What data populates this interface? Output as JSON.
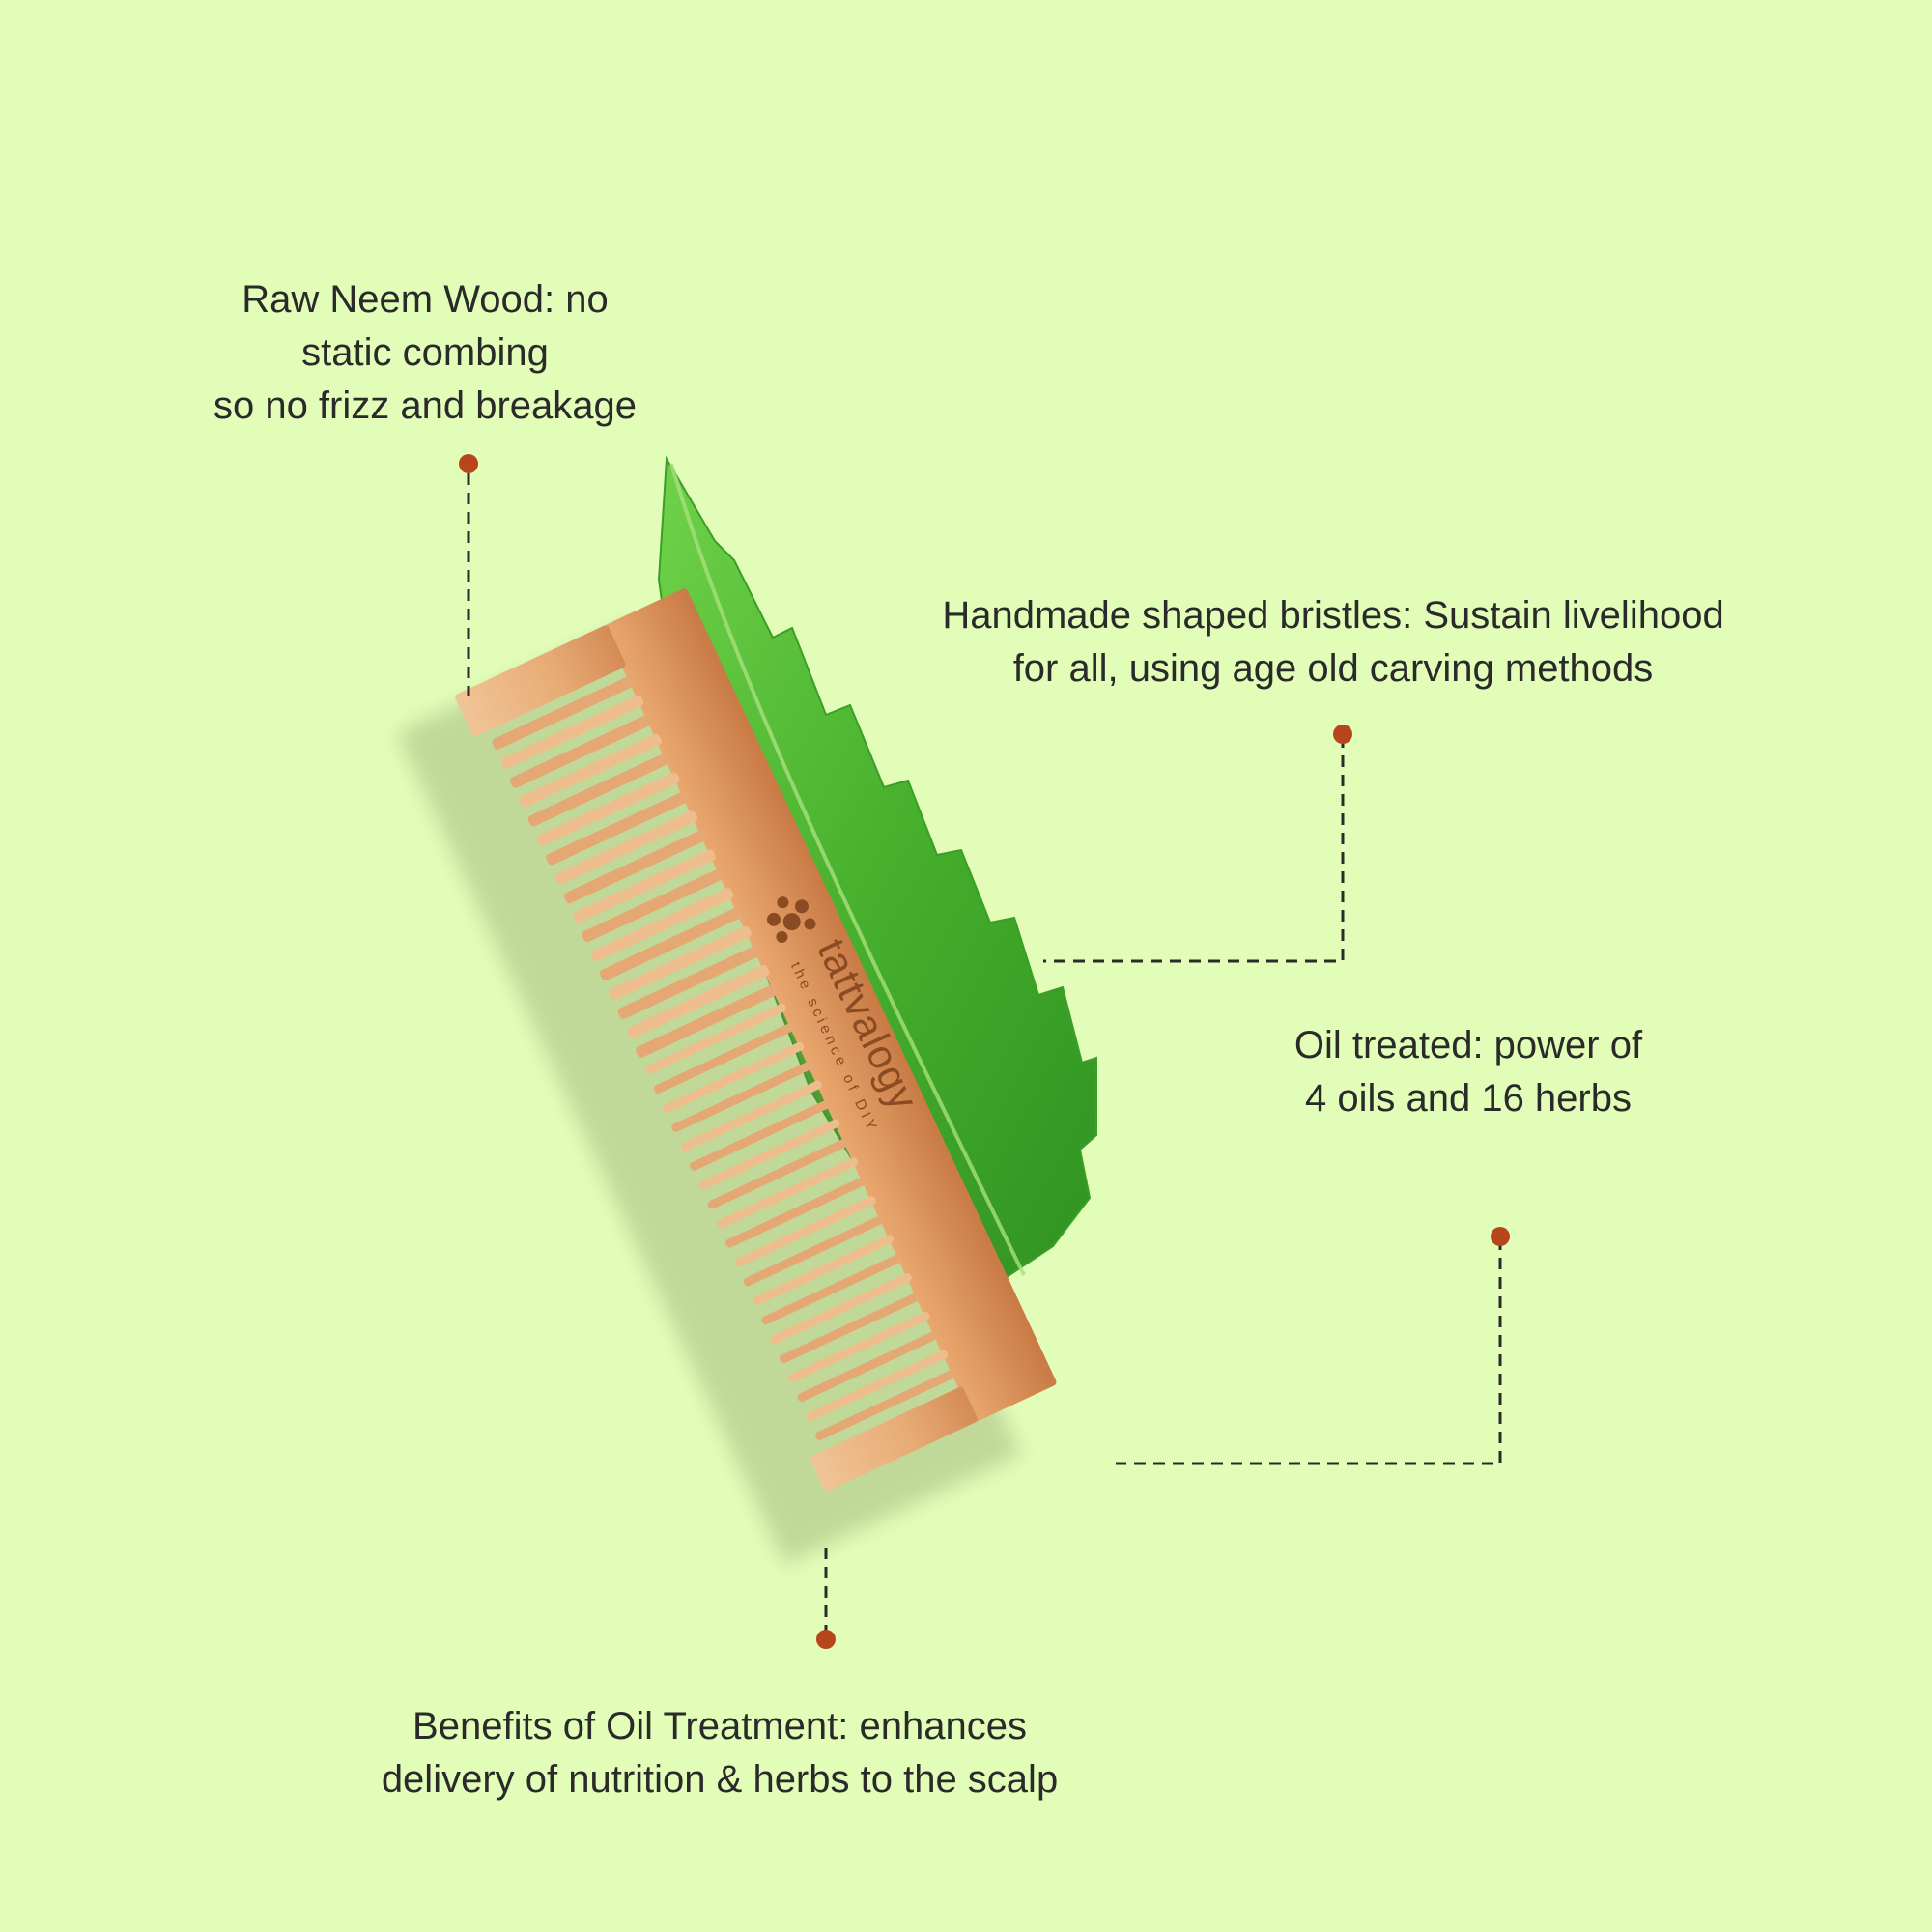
{
  "colors": {
    "background": "#e2fdb8",
    "text": "#2a2a2a",
    "marker": "#b8461d",
    "leaf": "#4bb831",
    "wood": "#e9b07e"
  },
  "brand": {
    "name": "tattvalogy",
    "tagline": "the science of DIY"
  },
  "callouts": [
    {
      "lines": [
        "Raw Neem Wood: no",
        "static combing",
        "so no frizz and breakage"
      ]
    },
    {
      "lines": [
        "Handmade shaped bristles: Sustain livelihood",
        "for all, using age old carving methods"
      ]
    },
    {
      "lines": [
        "Oil treated: power of",
        "4 oils and 16 herbs"
      ]
    },
    {
      "lines": [
        "Benefits of Oil Treatment: enhances",
        "delivery of nutrition & herbs to the scalp"
      ]
    }
  ]
}
